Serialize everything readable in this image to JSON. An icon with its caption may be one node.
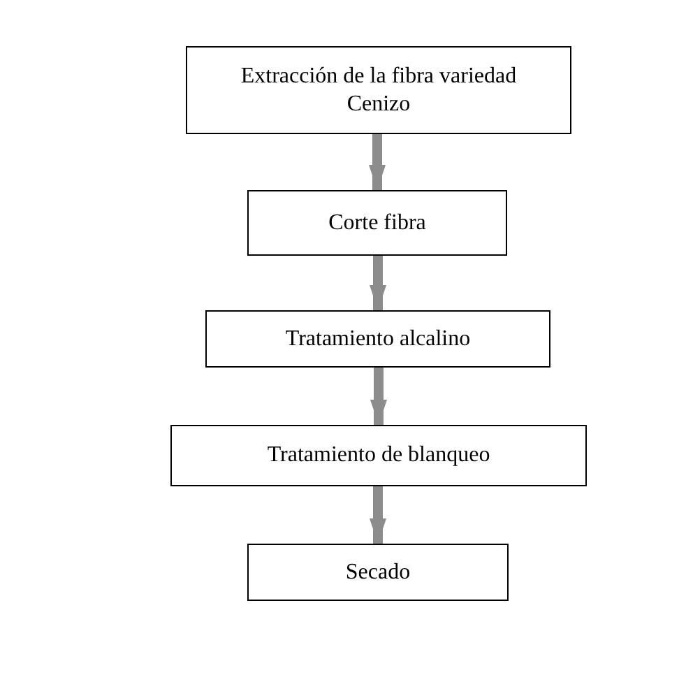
{
  "diagram": {
    "nodes": [
      {
        "text": [
          "Extracción de la fibra variedad Cenizo"
        ]
      },
      {
        "text": [
          "Corte fibra"
        ]
      },
      {
        "text": [
          "Tratamiento alcalino"
        ]
      },
      {
        "text": [
          "Tratamiento de blanqueo"
        ]
      },
      {
        "text": [
          "Secado"
        ]
      }
    ],
    "edges": [
      {
        "from": 0,
        "to": 1,
        "arrow": "to"
      },
      {
        "from": 1,
        "to": 2,
        "arrow": "to"
      },
      {
        "from": 2,
        "to": 3,
        "arrow": "to"
      },
      {
        "from": 3,
        "to": 4,
        "arrow": "to"
      }
    ]
  }
}
